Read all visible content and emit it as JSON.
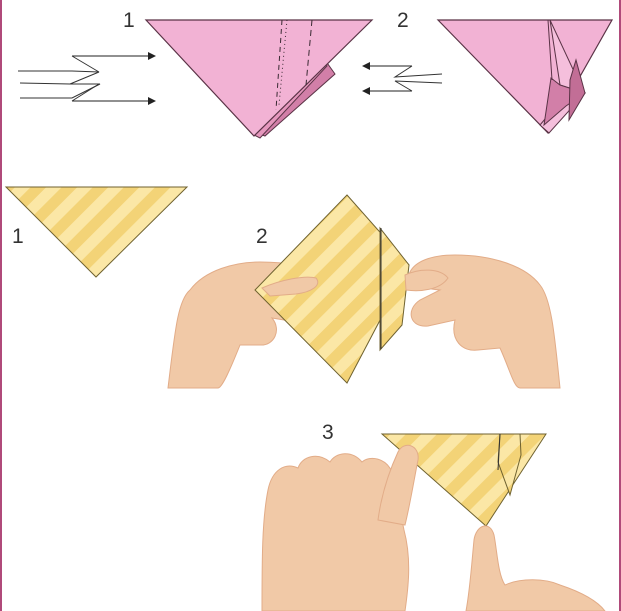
{
  "colors": {
    "pink_paper": "#f2b2d4",
    "pink_shadow": "#d27fa8",
    "pink_outline": "#5a3346",
    "yellow_paper": "#fbe7a6",
    "yellow_stripe": "#f3d377",
    "yellow_outline": "#6f6230",
    "skin": "#f1c9a7",
    "skin_shade": "#e2ac88",
    "arrow": "#222222",
    "border": "#b04a7a"
  },
  "steps": {
    "top": [
      {
        "label": "1",
        "icon": "pink-triangle-two-sided-push"
      },
      {
        "label": "2",
        "icon": "pink-triangle-folded-side"
      }
    ],
    "bottom": [
      {
        "label": "1",
        "icon": "yellow-triangle"
      },
      {
        "label": "2",
        "icon": "hands-folding-square"
      },
      {
        "label": "3",
        "icon": "hands-finishing-triangle"
      }
    ]
  }
}
